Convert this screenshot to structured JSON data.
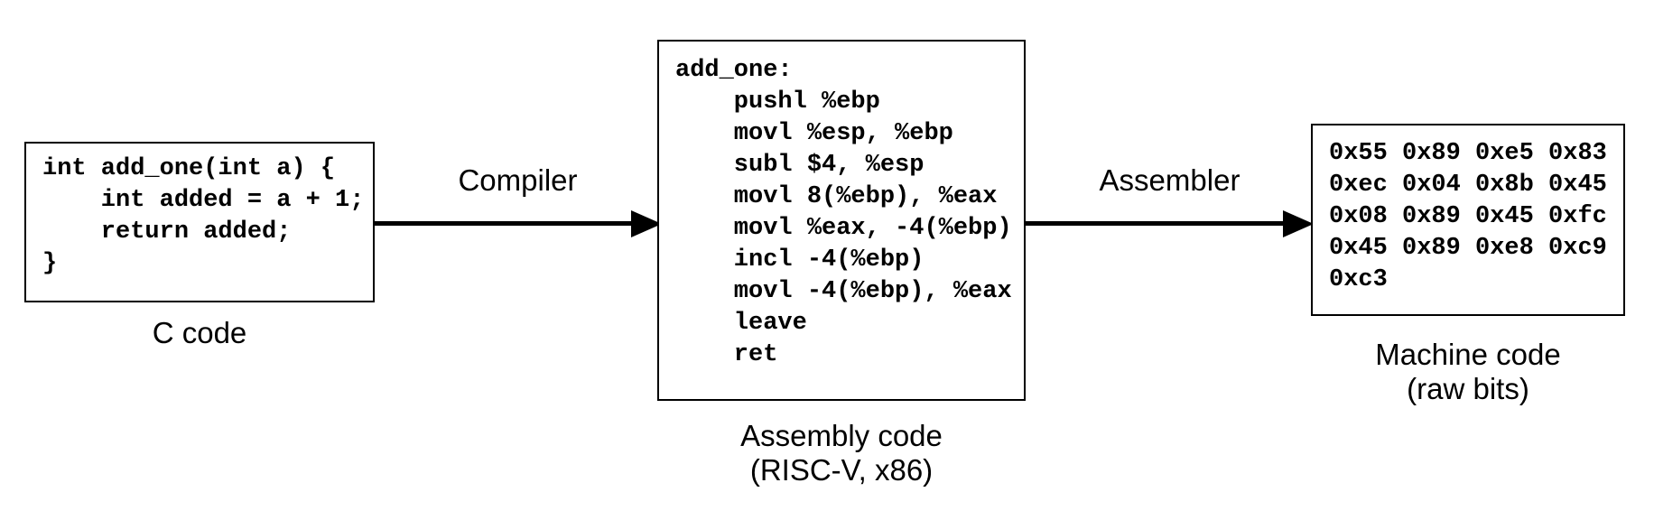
{
  "colors": {
    "background": "#ffffff",
    "text": "#000000",
    "border": "#000000"
  },
  "c_box": {
    "lines": [
      "int add_one(int a) {",
      "    int added = a + 1;",
      "    return added;",
      "}"
    ],
    "label": "C code"
  },
  "arrows": {
    "compiler": "Compiler",
    "assembler": "Assembler"
  },
  "asm_box": {
    "lines": [
      "add_one:",
      "    pushl %ebp",
      "    movl %esp, %ebp",
      "    subl $4, %esp",
      "    movl 8(%ebp), %eax",
      "    movl %eax, -4(%ebp)",
      "    incl -4(%ebp)",
      "    movl -4(%ebp), %eax",
      "    leave",
      "    ret"
    ],
    "label_line1": "Assembly code",
    "label_line2": "(RISC-V, x86)"
  },
  "machine_box": {
    "lines": [
      "0x55 0x89 0xe5 0x83",
      "0xec 0x04 0x8b 0x45",
      "0x08 0x89 0x45 0xfc",
      "0x45 0x89 0xe8 0xc9",
      "0xc3"
    ],
    "label_line1": "Machine code",
    "label_line2": "(raw bits)"
  }
}
